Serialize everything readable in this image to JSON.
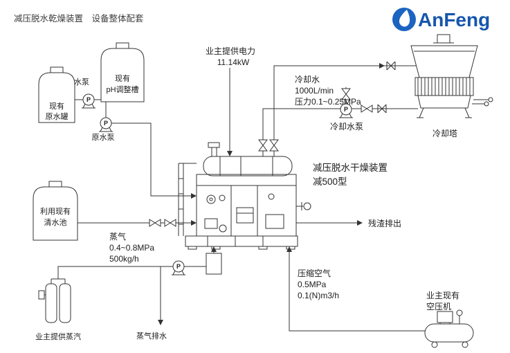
{
  "header": {
    "title": "减压脱水乾燥装置　设备整体配套",
    "logo_text": "AnFeng"
  },
  "tanks": {
    "raw": {
      "line1": "现有",
      "line2": "原水罐"
    },
    "ph": {
      "line1": "现有",
      "line2": "pH调整槽"
    },
    "clear": {
      "line1": "利用现有",
      "line2": "清水池"
    }
  },
  "pumps": {
    "symbol": "P",
    "water_pump": "水泵",
    "raw_water_pump": "原水泵",
    "cooling_pump": "冷却水泵"
  },
  "power": {
    "line1": "业主提供电力",
    "line2": "11.14kW"
  },
  "cooling": {
    "line1": "冷却水",
    "line2": "1000L/min",
    "line3": "压力0.1~0.25MPa",
    "tower_label": "冷却塔"
  },
  "machine": {
    "line1": "减压脱水干燥装置",
    "line2": "减500型"
  },
  "steam": {
    "line1": "蒸气",
    "line2": "0.4~0.8MPa",
    "line3": "500kg/h",
    "supply_label": "业主提供蒸汽",
    "drain_label": "蒸气排水"
  },
  "residue": {
    "label": "残渣排出"
  },
  "air": {
    "line1": "压缩空气",
    "line2": "0.5MPa",
    "line3": "0.1(N)m3/h",
    "owner_line1": "业主现有",
    "owner_line2": "空压机"
  }
}
